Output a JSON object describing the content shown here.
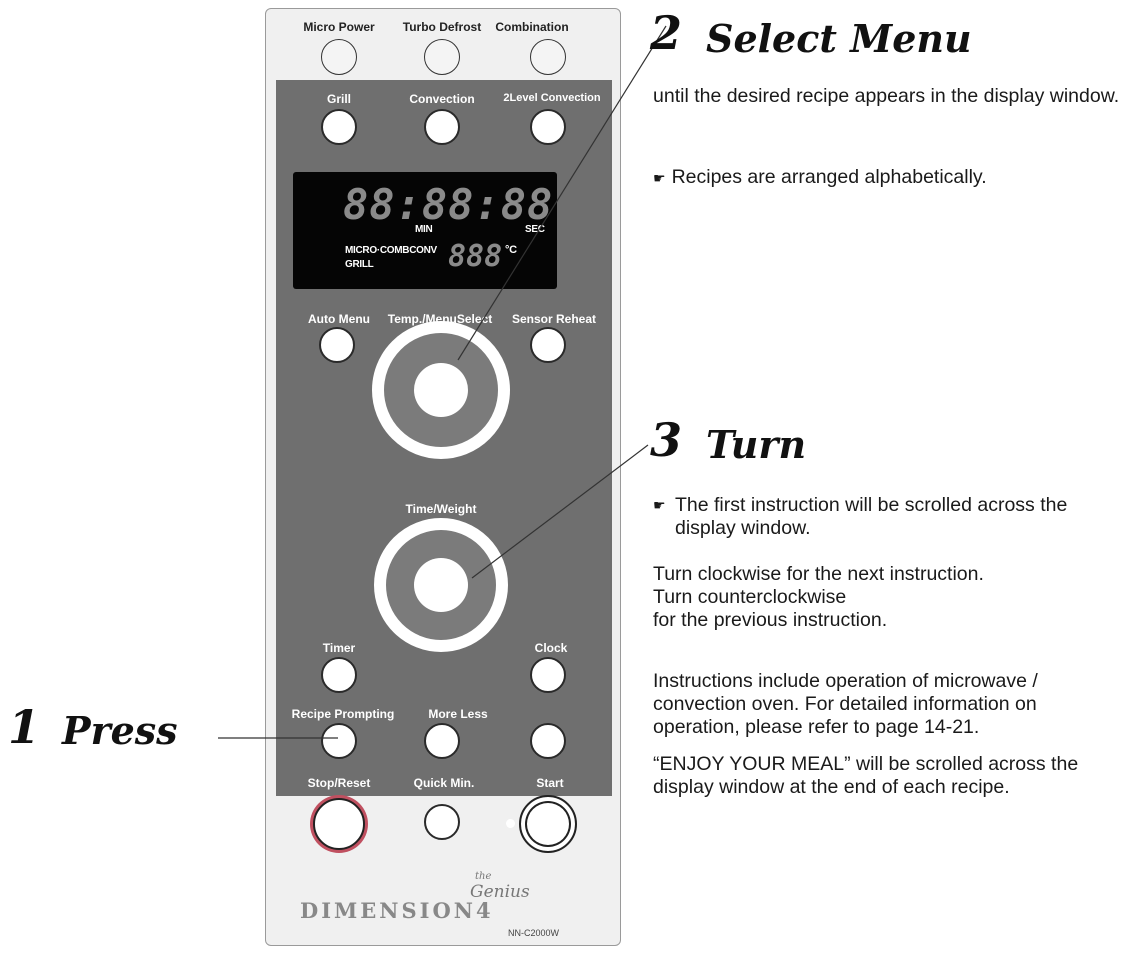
{
  "panel": {
    "top_buttons": [
      "Micro Power",
      "Turbo Defrost",
      "Combination"
    ],
    "row1_buttons": [
      "Grill",
      "Convection",
      "2Level Convection"
    ],
    "display": {
      "digits": "88:88:88",
      "min_label": "MIN",
      "sec_label": "SEC",
      "mode_top": "MICRO·COMBCONV",
      "mode_bottom": "GRILL",
      "temp_digits": "888",
      "temp_unit": "°C"
    },
    "row2_buttons": [
      "Auto Menu",
      "Temp./MenuSelect",
      "Sensor Reheat"
    ],
    "time_weight_label": "Time/Weight",
    "timer_label": "Timer",
    "clock_label": "Clock",
    "recipe_label": "Recipe Prompting",
    "more_less_label": "More Less",
    "stop_label": "Stop/Reset",
    "quick_label": "Quick Min.",
    "start_label": "Start",
    "brand": "DIMENSION4",
    "brand_the": "the",
    "brand_sub": "Genius",
    "model": "NN-C2000W"
  },
  "steps": {
    "step1": {
      "number": "1",
      "title": "Press"
    },
    "step2": {
      "number": "2",
      "title": "Select Menu",
      "text": "until the desired recipe appears in the display window.",
      "note": "Recipes are arranged alphabetically."
    },
    "step3": {
      "number": "3",
      "title": "Turn",
      "note": "The first instruction will be scrolled across the display window.",
      "para1_line1": "Turn clockwise for the next instruction.",
      "para1_line2": "Turn counterclockwise",
      "para1_line3": "for the previous instruction.",
      "para2": "Instructions include operation of microwave / convection oven. For detailed information on operation, please refer to page 14-21.",
      "para3": "“ENJOY YOUR MEAL” will be scrolled across the display window at the end of each recipe."
    }
  },
  "pointer_glyph": "☛"
}
